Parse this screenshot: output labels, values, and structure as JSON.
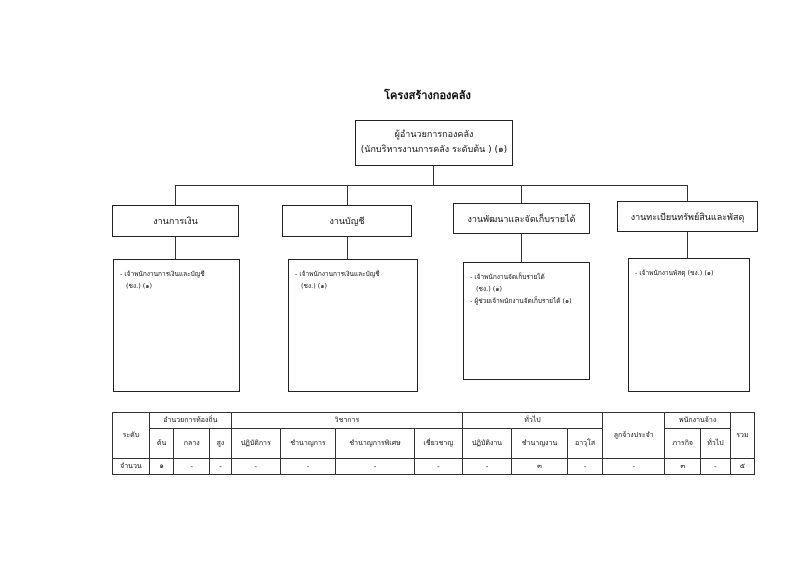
{
  "title": "โครงสร้างกองคลัง",
  "head": {
    "line1": "ผู้อำนวยการกองคลัง",
    "line2": "(นักบริหารงานการคลัง ระดับต้น ) (๑)"
  },
  "sections": [
    {
      "name": "งานการเงิน",
      "staff": [
        "- เจ้าพนักงานการเงินและบัญชี",
        "(ชง.) (๑)"
      ]
    },
    {
      "name": "งานบัญชี",
      "staff": [
        "- เจ้าพนักงานการเงินและบัญชี",
        "(ชง.) (๑)"
      ]
    },
    {
      "name": "งานพัฒนาและจัดเก็บรายได้",
      "staff": [
        "- เจ้าพนักงานจัดเก็บรายได้",
        "(ชง.) (๑)",
        "- ผู้ช่วยเจ้าพนักงานจัดเก็บรายได้ (๑)"
      ]
    },
    {
      "name": "งานทะเบียนทรัพย์สินและพัสดุ",
      "staff": [
        "- เจ้าพนักงานพัสดุ (ขง.) (๑)"
      ]
    }
  ],
  "table": {
    "level": "ระดับ",
    "count": "จำนวน",
    "groups": {
      "admin": "อำนวยการท้องถิ่น",
      "academic": "วิชาการ",
      "general": "ทั่วไป",
      "permanent": "ลูกจ้างประจำ",
      "contract": "พนักงานจ้าง",
      "total": "รวม"
    },
    "sub": [
      "ต้น",
      "กลาง",
      "สูง",
      "ปฏิบัติการ",
      "ชำนาญการ",
      "ชำนาญการพิเศษ",
      "เชี่ยวชาญ",
      "ปฏิบัติงาน",
      "ชำนาญงาน",
      "อาวุโส",
      "ภารกิจ",
      "ทั่วไป"
    ],
    "values": [
      "๑",
      "-",
      "-",
      "-",
      "-",
      "-",
      "-",
      "-",
      "๓",
      "-",
      "-",
      "๓",
      "-",
      "๕"
    ]
  }
}
